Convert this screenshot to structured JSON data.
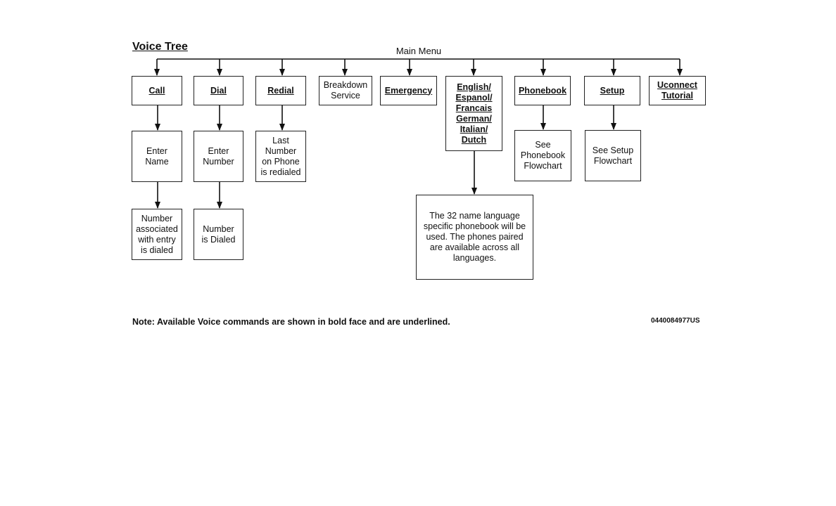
{
  "diagram": {
    "title": "Voice Tree",
    "root": "Main Menu",
    "commands": [
      {
        "label": "Call",
        "voice": true
      },
      {
        "label": "Dial",
        "voice": true
      },
      {
        "label": "Redial",
        "voice": true
      },
      {
        "label": "Breakdown\nService",
        "voice": false
      },
      {
        "label": "Emergency",
        "voice": true
      },
      {
        "label": "English/\nEspanol/\nFrancais\nGerman/\nItalian/\nDutch",
        "voice": true
      },
      {
        "label": "Phonebook",
        "voice": true
      },
      {
        "label": "Setup",
        "voice": true
      },
      {
        "label": "Uconnect\nTutorial",
        "voice": true
      }
    ],
    "level2": [
      {
        "parent": "Call",
        "label": "Enter\nName"
      },
      {
        "parent": "Dial",
        "label": "Enter\nNumber"
      },
      {
        "parent": "Redial",
        "label": "Last\nNumber\non Phone\nis redialed"
      },
      {
        "parent": "English/Espanol/Francais German/Italian/Dutch",
        "label": "The 32 name language\nspecific phonebook will be\nused. The phones paired\nare available across all\nlanguages."
      },
      {
        "parent": "Phonebook",
        "label": "See\nPhonebook\nFlowchart"
      },
      {
        "parent": "Setup",
        "label": "See Setup\nFlowchart"
      }
    ],
    "level3": [
      {
        "parent": "Enter Name",
        "label": "Number\nassociated\nwith entry\nis dialed"
      },
      {
        "parent": "Enter Number",
        "label": "Number\nis Dialed"
      }
    ],
    "note": "Note: Available Voice commands are shown in bold face and are underlined.",
    "code": "0440084977US"
  }
}
